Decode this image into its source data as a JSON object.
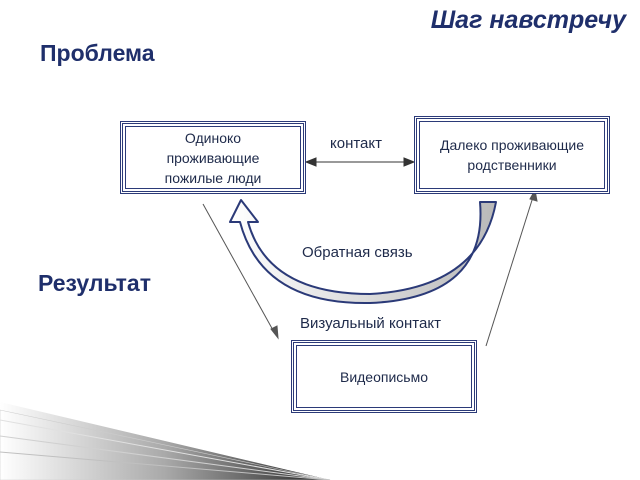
{
  "slide_title": "Шаг навстречу",
  "problem_heading": "Проблема",
  "result_heading": "Результат",
  "nodes": {
    "elderly": "Одиноко\nпроживающие\nпожилые люди",
    "relatives": "Далеко проживающие\nродственники",
    "video": "Видеописьмо"
  },
  "edges": {
    "contact": "контакт",
    "feedback": "Обратная связь",
    "visual_contact": "Визуальный контакт"
  }
}
